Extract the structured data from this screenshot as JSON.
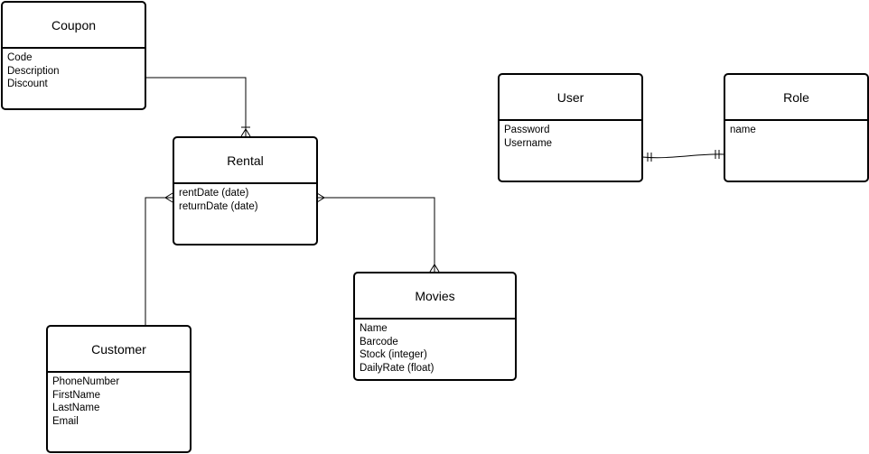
{
  "entities": {
    "coupon": {
      "name": "Coupon",
      "attributes": [
        "Code",
        "Description",
        "Discount"
      ]
    },
    "rental": {
      "name": "Rental",
      "attributes": [
        "rentDate (date)",
        "returnDate (date)"
      ]
    },
    "customer": {
      "name": "Customer",
      "attributes": [
        "PhoneNumber",
        "FirstName",
        "LastName",
        "Email"
      ]
    },
    "movies": {
      "name": "Movies",
      "attributes": [
        "Name",
        "Barcode",
        "Stock (integer)",
        "DailyRate (float)"
      ]
    },
    "user": {
      "name": "User",
      "attributes": [
        "Password",
        "Username"
      ]
    },
    "role": {
      "name": "Role",
      "attributes": [
        "name"
      ]
    }
  },
  "relationships": [
    {
      "from": "coupon",
      "to": "rental",
      "end_marker": "one-or-many"
    },
    {
      "from": "customer",
      "to": "rental",
      "end_marker": "many"
    },
    {
      "from": "rental",
      "to": "movies",
      "start_marker": "many",
      "end_marker": "many"
    },
    {
      "from": "user",
      "to": "role",
      "start_marker": "one-and-only-one",
      "end_marker": "one-and-only-one"
    }
  ],
  "colors": {
    "stroke": "#000000",
    "background": "#ffffff"
  }
}
